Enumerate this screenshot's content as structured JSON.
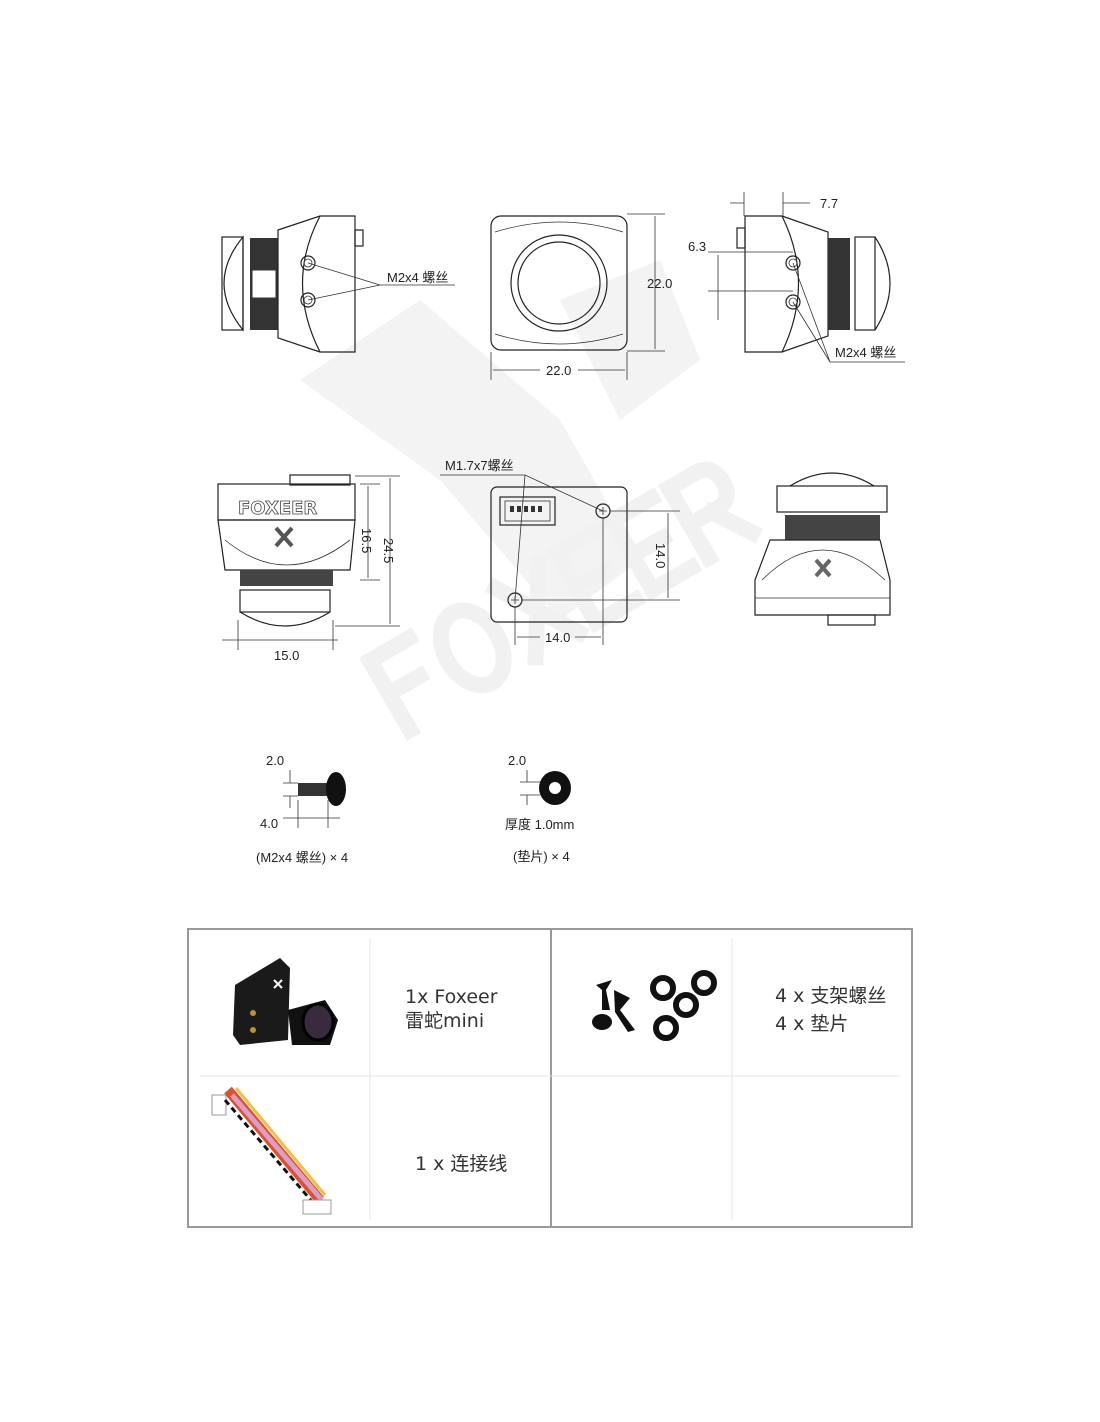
{
  "watermark": {
    "brand": "FOXEER"
  },
  "drawing": {
    "side_left": {
      "screw_label": "M2x4 螺丝"
    },
    "front": {
      "height": "22.0",
      "width": "22.0"
    },
    "side_right": {
      "offset": "7.7",
      "spacing": "6.3",
      "screw_label": "M2x4 螺丝"
    },
    "front_face": {
      "brand": "FOXEER",
      "height_body": "16.5",
      "height_total": "24.5",
      "width": "15.0"
    },
    "back": {
      "screw_label": "M1.7x7螺丝",
      "vertical_spacing": "14.0",
      "horizontal_spacing": "14.0"
    },
    "accessories": {
      "screw": {
        "diameter": "2.0",
        "length": "4.0",
        "caption": "(M2x4 螺丝) × 4"
      },
      "washer": {
        "diameter": "2.0",
        "thickness": "厚度 1.0mm",
        "caption": "(垫片) × 4"
      }
    }
  },
  "package_table": {
    "cells": [
      {
        "line1": "1x Foxeer",
        "line2": "雷蛇mini"
      },
      {
        "line1": "4 x 支架螺丝",
        "line2": "4 x 垫片"
      },
      {
        "line1": "1 x 连接线"
      }
    ]
  },
  "colors": {
    "line": "#222222",
    "table_border": "#999999",
    "camera": "#1a1a1a"
  }
}
